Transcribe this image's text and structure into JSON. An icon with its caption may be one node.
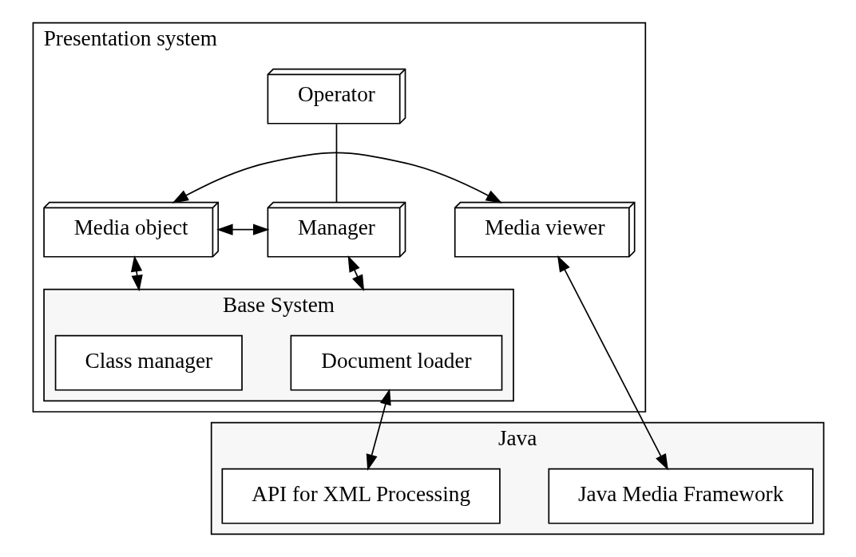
{
  "diagram": {
    "nodes": [
      {
        "text": [
          "Presentation system"
        ]
      },
      {
        "text": [
          "Operator"
        ],
        "in": 0
      },
      {
        "text": [
          "Media viewer"
        ],
        "in": 0
      },
      {
        "text": [
          "Media object"
        ],
        "in": 0
      },
      {
        "text": [
          "Manager"
        ],
        "in": 0
      },
      {
        "text": [
          "Base System"
        ],
        "in": 0
      },
      {
        "text": [
          "Class manager"
        ],
        "in": 5
      },
      {
        "text": [
          "Document loader"
        ],
        "in": 5
      },
      {
        "text": [
          "Java"
        ]
      },
      {
        "text": [
          "Java Media Framework"
        ],
        "in": 8
      },
      {
        "text": [
          "API for XML Processing"
        ],
        "in": 8
      }
    ],
    "edges": [
      {
        "from": 1,
        "to": 4,
        "arrow": "none"
      },
      {
        "from": 2,
        "to": 3,
        "arrow": "both"
      },
      {
        "from": 3,
        "to": 4,
        "arrow": "both"
      },
      {
        "from": 3,
        "to": 5,
        "arrow": "both"
      },
      {
        "from": 4,
        "to": 5,
        "arrow": "both"
      },
      {
        "from": 2,
        "to": 9,
        "arrow": "both"
      },
      {
        "from": 7,
        "to": 10,
        "arrow": "both"
      }
    ]
  }
}
